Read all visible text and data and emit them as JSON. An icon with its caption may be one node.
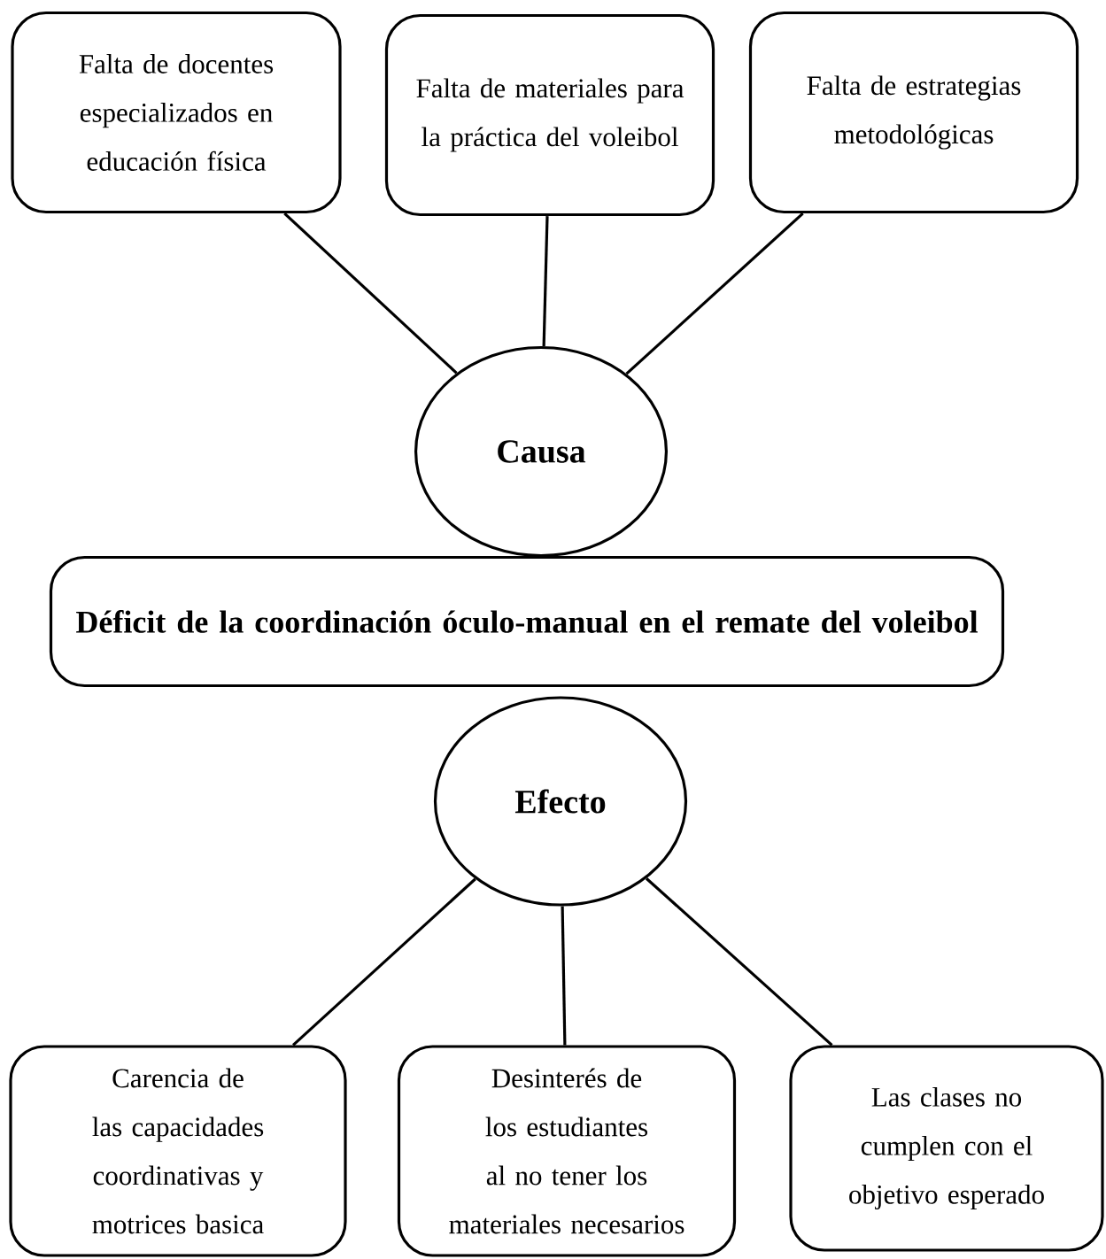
{
  "diagram": {
    "nodes": [
      {
        "text": [
          "Falta de docentes especializados en educación física"
        ]
      },
      {
        "text": [
          "Falta de materiales para la práctica del voleibol"
        ]
      },
      {
        "text": [
          "Falta de estrategias metodológicas"
        ]
      },
      {
        "text": [
          "Causa"
        ]
      },
      {
        "text": [
          "Déficit de la coordinación óculo-manual en el remate del voleibol"
        ]
      },
      {
        "text": [
          "Efecto"
        ]
      },
      {
        "text": [
          "Carencia de las capacidades coordinativas y motrices basica"
        ]
      },
      {
        "text": [
          "Desinterés de los estudiantes al no tener los materiales necesarios"
        ]
      },
      {
        "text": [
          "Las clases no cumplen con el objetivo esperado"
        ]
      }
    ],
    "edges": [
      {
        "from": 0,
        "to": 3,
        "arrow": "none"
      },
      {
        "from": 1,
        "to": 3,
        "arrow": "none"
      },
      {
        "from": 2,
        "to": 3,
        "arrow": "none"
      },
      {
        "from": 5,
        "to": 6,
        "arrow": "none"
      },
      {
        "from": 5,
        "to": 7,
        "arrow": "none"
      },
      {
        "from": 5,
        "to": 8,
        "arrow": "none"
      }
    ]
  }
}
